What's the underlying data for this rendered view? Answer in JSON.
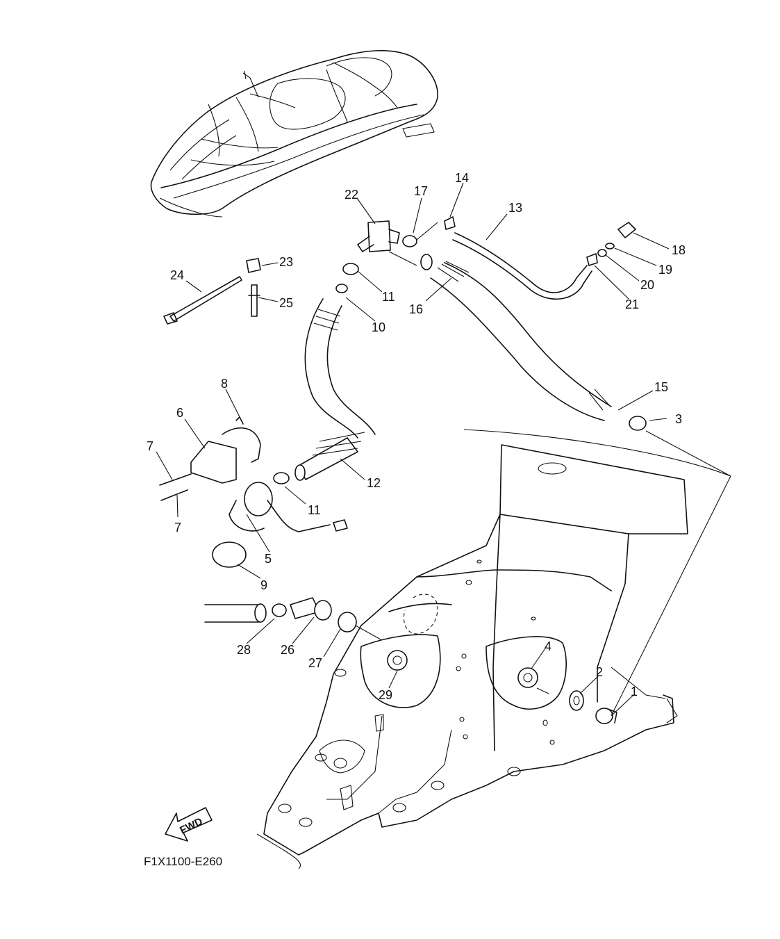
{
  "diagram_code": "F1X1100-E260",
  "fwd_label": "FWD",
  "callouts": [
    {
      "id": "p1",
      "label": "1"
    },
    {
      "id": "p2",
      "label": "2"
    },
    {
      "id": "p3",
      "label": "3"
    },
    {
      "id": "p4",
      "label": "4"
    },
    {
      "id": "p5",
      "label": "5"
    },
    {
      "id": "p6",
      "label": "6"
    },
    {
      "id": "p7a",
      "label": "7"
    },
    {
      "id": "p7b",
      "label": "7"
    },
    {
      "id": "p8",
      "label": "8"
    },
    {
      "id": "p9",
      "label": "9"
    },
    {
      "id": "p10",
      "label": "10"
    },
    {
      "id": "p11a",
      "label": "11"
    },
    {
      "id": "p11b",
      "label": "11"
    },
    {
      "id": "p12",
      "label": "12"
    },
    {
      "id": "p13",
      "label": "13"
    },
    {
      "id": "p14",
      "label": "14"
    },
    {
      "id": "p15",
      "label": "15"
    },
    {
      "id": "p16",
      "label": "16"
    },
    {
      "id": "p17",
      "label": "17"
    },
    {
      "id": "p18",
      "label": "18"
    },
    {
      "id": "p19",
      "label": "19"
    },
    {
      "id": "p20",
      "label": "20"
    },
    {
      "id": "p21",
      "label": "21"
    },
    {
      "id": "p22",
      "label": "22"
    },
    {
      "id": "p23",
      "label": "23"
    },
    {
      "id": "p24",
      "label": "24"
    },
    {
      "id": "p25",
      "label": "25"
    },
    {
      "id": "p26",
      "label": "26"
    },
    {
      "id": "p27",
      "label": "27"
    },
    {
      "id": "p28",
      "label": "28"
    },
    {
      "id": "p29",
      "label": "29"
    }
  ]
}
